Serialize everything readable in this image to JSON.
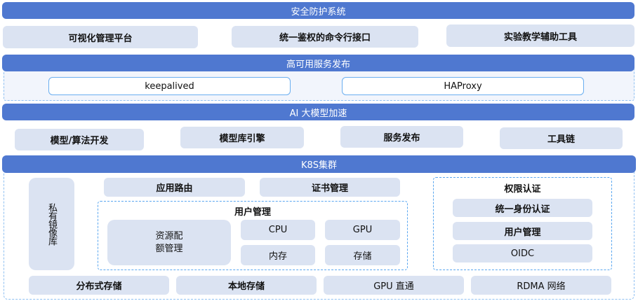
{
  "layers": {
    "security": {
      "title": "安全防护系统",
      "items": [
        "可视化管理平台",
        "统一鉴权的命令行接口",
        "实验教学辅助工具"
      ]
    },
    "ha": {
      "title": "高可用服务发布",
      "items": [
        "keepalived",
        "HAProxy"
      ]
    },
    "ai": {
      "title": "AI 大模型加速",
      "items": [
        "模型/算法开发",
        "模型库引擎",
        "服务发布",
        "工具链"
      ]
    },
    "k8s": {
      "title": "K8S集群",
      "registry": "私有镜像库",
      "routing": "应用路由",
      "cert": "证书管理",
      "user_mgmt": {
        "title": "用户管理",
        "quota_line1": "资源配",
        "quota_line2": "额管理",
        "resources": [
          "CPU",
          "GPU",
          "内存",
          "存储"
        ]
      },
      "auth": {
        "title": "权限认证",
        "items": [
          "统一身份认证",
          "用户管理",
          "OIDC"
        ]
      },
      "infra": [
        "分布式存储",
        "本地存储",
        "GPU 直通",
        "RDMA 网络"
      ]
    }
  },
  "colors": {
    "layer_bar": "#4f78d0",
    "component_box": "#dbe3f2",
    "dashed_border": "#5aa7f0",
    "ha_panel": "#f2f5fc"
  }
}
